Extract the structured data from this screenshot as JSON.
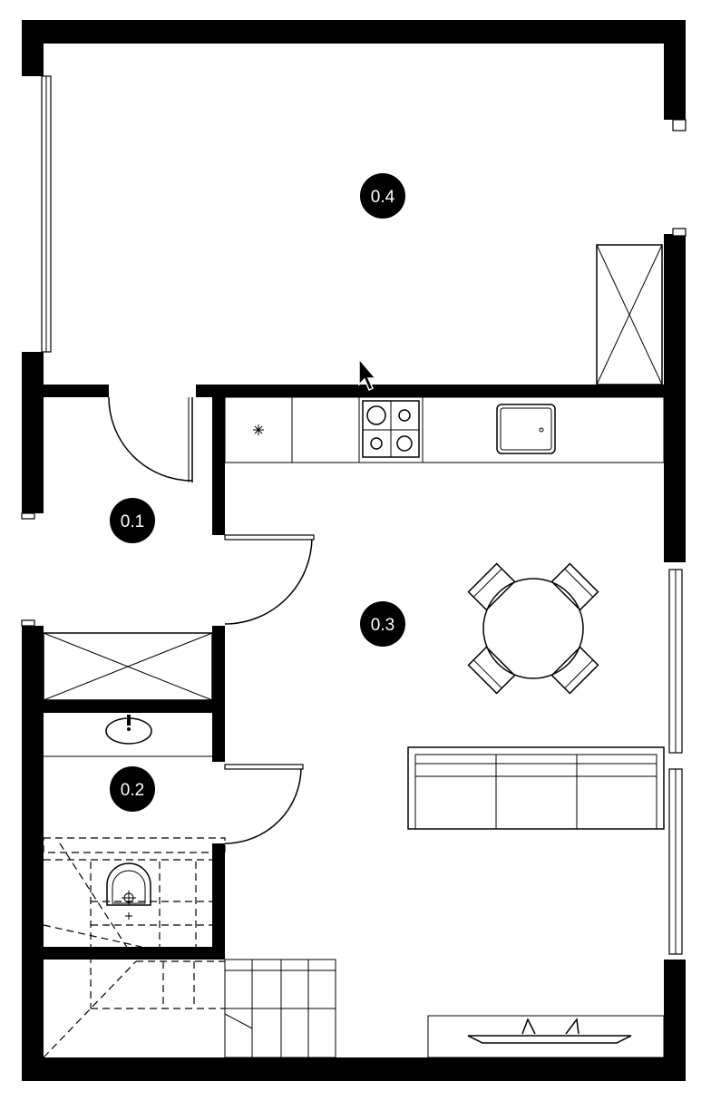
{
  "rooms": [
    {
      "id": "0.4",
      "label": "0.4"
    },
    {
      "id": "0.1",
      "label": "0.1"
    },
    {
      "id": "0.3",
      "label": "0.3"
    },
    {
      "id": "0.2",
      "label": "0.2"
    }
  ],
  "colors": {
    "wall": "#000000",
    "background": "#ffffff",
    "label_text": "#ffffff"
  },
  "icons": [
    "mouse-cursor-icon",
    "stove-icon",
    "sink-icon",
    "fridge-icon",
    "dining-table-icon",
    "sofa-icon",
    "toilet-icon",
    "washbasin-icon",
    "stairs-icon",
    "tv-unit-icon"
  ]
}
